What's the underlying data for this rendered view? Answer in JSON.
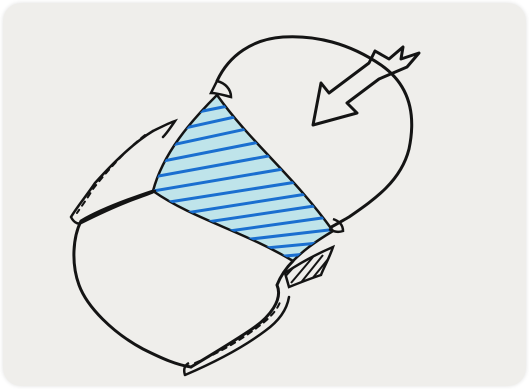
{
  "image": {
    "subject": "hand-drawn-sketch",
    "background_color": "#efeeeb",
    "ink_color": "#141414",
    "fill_color": "#bfe4ea",
    "hatch_color": "#1a6fd0",
    "icons": [
      "arrow-icon",
      "rounded-cylinder-shape",
      "dashed-cuff-shape",
      "blue-hatched-band",
      "black-hatched-wedge"
    ]
  }
}
